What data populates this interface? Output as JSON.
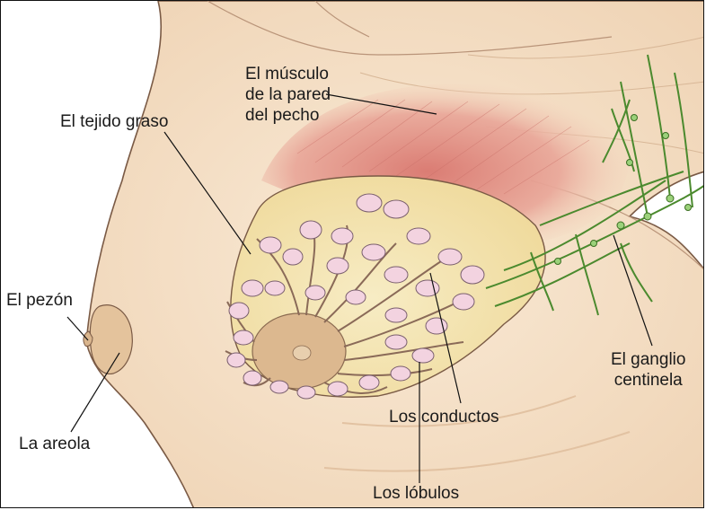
{
  "labels": {
    "muscle_line1": "El músculo",
    "muscle_line2": "de la pared",
    "muscle_line3": "del pecho",
    "fatty_tissue": "El tejido graso",
    "nipple": "El pezón",
    "areola": "La areola",
    "ducts": "Los conductos",
    "lobules": "Los lóbulos",
    "node_line1": "El ganglio",
    "node_line2": "centinela"
  },
  "colors": {
    "skin": "#f6e2c8",
    "skin_shadow": "#e9c9a6",
    "fat": "#f4e3a8",
    "muscle": "#de8f85",
    "lobule": "#f3d3e0",
    "lymph": "#4b8a2e",
    "areola": "#dcb88f"
  }
}
